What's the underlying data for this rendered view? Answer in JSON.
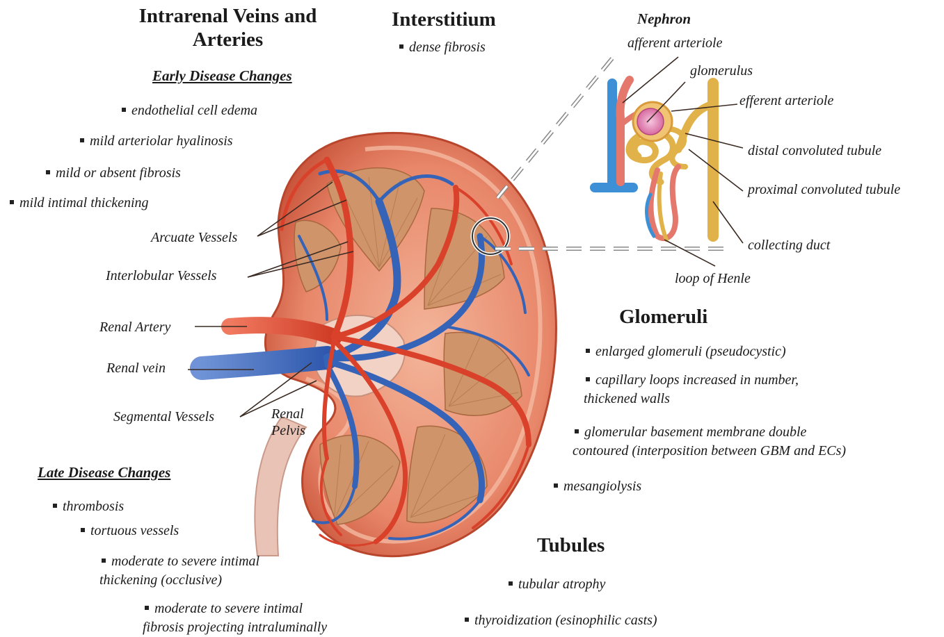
{
  "veins": {
    "title_line1": "Intrarenal Veins and",
    "title_line2": "Arteries",
    "early_heading": "Early Disease Changes",
    "early_items": [
      "endothelial cell edema",
      "mild arteriolar hyalinosis",
      "mild or absent fibrosis",
      "mild intimal thickening"
    ],
    "late_heading": "Late Disease Changes",
    "late_items": [
      "thrombosis",
      "tortuous vessels"
    ],
    "late_item3_line1": "moderate to severe intimal",
    "late_item3_line2": "thickening (occlusive)",
    "late_item4_line1": "moderate to severe intimal",
    "late_item4_line2": "fibrosis projecting intraluminally"
  },
  "interstitium": {
    "title": "Interstitium",
    "items": [
      "dense fibrosis"
    ]
  },
  "kidney_labels": {
    "arcuate": "Arcuate Vessels",
    "interlobular": "Interlobular Vessels",
    "renal_artery": "Renal Artery",
    "renal_vein": "Renal vein",
    "segmental": "Segmental Vessels",
    "pelvis_line1": "Renal",
    "pelvis_line2": "Pelvis"
  },
  "nephron": {
    "title": "Nephron",
    "afferent": "afferent arteriole",
    "glomerulus": "glomerulus",
    "efferent": "efferent arteriole",
    "distal": "distal convoluted tubule",
    "proximal": "proximal convoluted tubule",
    "collecting": "collecting duct",
    "henle": "loop of Henle"
  },
  "glomeruli": {
    "title": "Glomeruli",
    "item1": "enlarged glomeruli (pseudocystic)",
    "item2_line1": "capillary loops increased in number,",
    "item2_line2": "thickened walls",
    "item3_line1": "glomerular basement membrane double",
    "item3_line2": "contoured (interposition between GBM and ECs)",
    "item4": "mesangiolysis"
  },
  "tubules": {
    "title": "Tubules",
    "items": [
      "tubular atrophy",
      "thyroidization (esinophilic casts)"
    ]
  },
  "colors": {
    "artery": "#d9412b",
    "vein": "#3563b8",
    "cortex": "#e8876a",
    "pyramid": "#c98a62",
    "tubule": "#e2b24a"
  }
}
